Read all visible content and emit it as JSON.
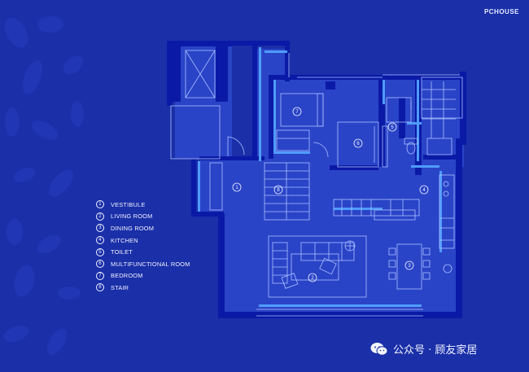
{
  "brand": "PCHOUSE",
  "legend": [
    {
      "num": "1",
      "label": "VESTIBULE"
    },
    {
      "num": "2",
      "label": "LIVING ROOM"
    },
    {
      "num": "3",
      "label": "DINING ROOM"
    },
    {
      "num": "4",
      "label": "KITCHEN"
    },
    {
      "num": "5",
      "label": "TOILET"
    },
    {
      "num": "6",
      "label": "MULTIFUNCTIONAL ROOM"
    },
    {
      "num": "7",
      "label": "BEDROOM"
    },
    {
      "num": "8",
      "label": "STAIR"
    }
  ],
  "room_markers": [
    {
      "num": "1",
      "room": "vestibule"
    },
    {
      "num": "2",
      "room": "living-room"
    },
    {
      "num": "3",
      "room": "dining-room"
    },
    {
      "num": "4",
      "room": "kitchen"
    },
    {
      "num": "5",
      "room": "toilet"
    },
    {
      "num": "6",
      "room": "multifunctional-room"
    },
    {
      "num": "7",
      "room": "bedroom"
    },
    {
      "num": "8",
      "room": "stair"
    }
  ],
  "wechat_label": "公众号 · 顾友家居",
  "colors": {
    "background": "#1a2fa8",
    "wall": "#0a1aa6",
    "accent": "#4f9cff",
    "line": "#aac0ff"
  }
}
